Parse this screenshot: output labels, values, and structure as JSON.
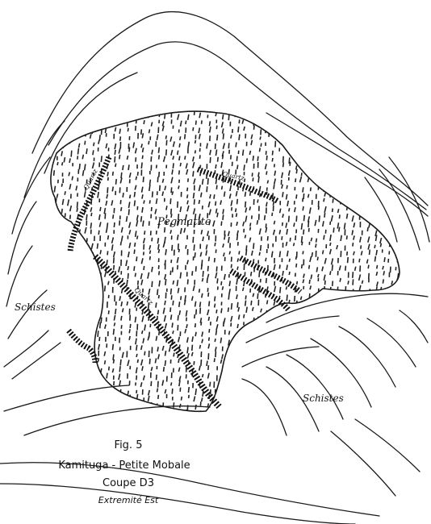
{
  "figure": {
    "labels": {
      "pegmatite": "Pegmatite",
      "schistes_left": "Schistes",
      "schistes_right": "Schistes",
      "quartz_top": "Quartz",
      "quartz_upper_left": "Quartz",
      "quartz_middle": "Quartz"
    },
    "caption": {
      "fig": "Fig. 5",
      "location": "Kamituga - Petite Mobale",
      "section": "Coupe D3",
      "note": "Extremité Est"
    }
  }
}
